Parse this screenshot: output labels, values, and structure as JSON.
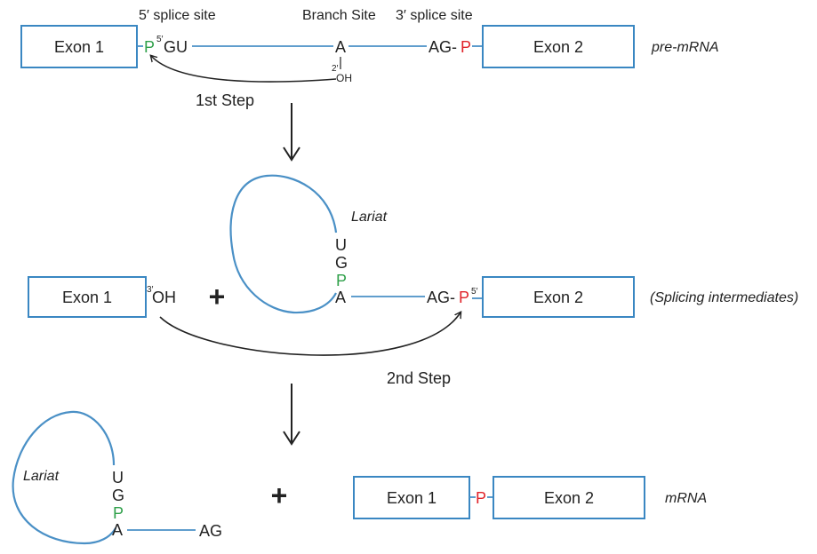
{
  "colors": {
    "box_border": "#3a87c2",
    "line": "#4a90c6",
    "phosphate_green": "#2fa04a",
    "phosphate_red": "#e0242b",
    "text": "#222222"
  },
  "row1": {
    "label_5_site": "5′ splice site",
    "label_branch": "Branch Site",
    "label_3_site": "3′ splice site",
    "exon1": "Exon 1",
    "exon2": "Exon 2",
    "p_left": "P",
    "sup_5": "5′",
    "gu": "GU",
    "branch_a": "A",
    "sup_2": "2′",
    "oh": "OH",
    "ag": "AG-",
    "p_right": "P",
    "state": "pre-mRNA",
    "step": "1st Step"
  },
  "row2": {
    "exon1": "Exon 1",
    "sup_3": "3′",
    "oh": "OH",
    "plus": "+",
    "lariat": "Lariat",
    "u": "U",
    "g": "G",
    "p": "P",
    "a": "A",
    "ag": "AG-",
    "p_red": "P",
    "sup_5": "5′",
    "exon2": "Exon 2",
    "state": "(Splicing intermediates)",
    "step": "2nd Step"
  },
  "row3": {
    "lariat": "Lariat",
    "u": "U",
    "g": "G",
    "p": "P",
    "a": "A",
    "ag": "AG",
    "plus": "+",
    "exon1": "Exon 1",
    "p_red": "P",
    "exon2": "Exon 2",
    "state": "mRNA"
  }
}
